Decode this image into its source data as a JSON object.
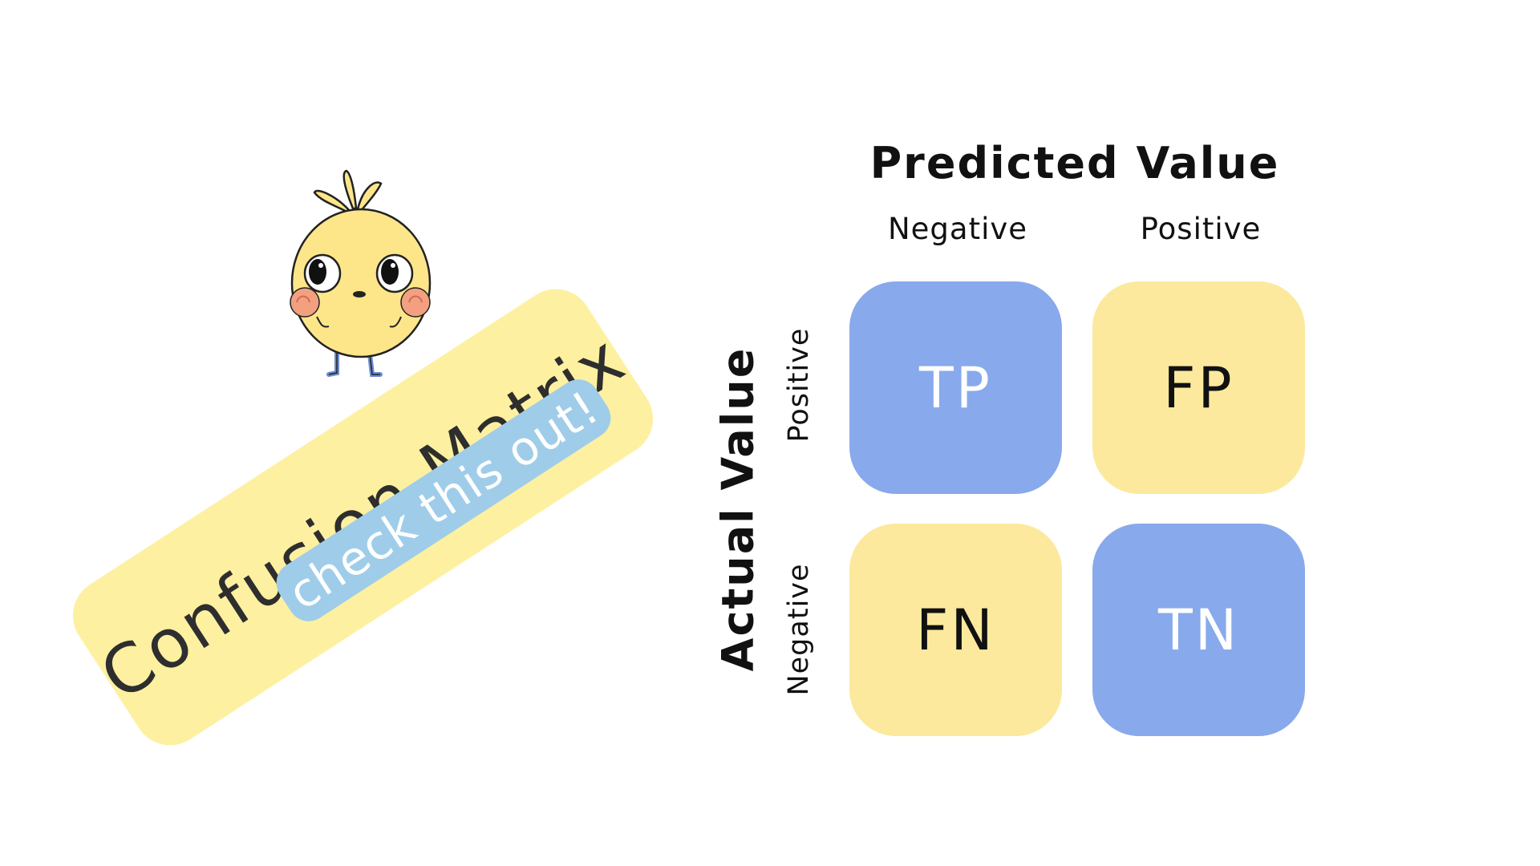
{
  "banner": {
    "title": "Confusion Matrix",
    "tag": "check this out!"
  },
  "matrix": {
    "predicted_title": "Predicted Value",
    "actual_title": "Actual Value",
    "columns": [
      "Negative",
      "Positive"
    ],
    "rows": [
      "Positive",
      "Negative"
    ],
    "cells": [
      [
        "TP",
        "FP"
      ],
      [
        "FN",
        "TN"
      ]
    ]
  },
  "colors": {
    "blue": "#88a9ec",
    "yellow": "#fce99d",
    "banner_yellow": "#fdf0a1",
    "tag_blue": "#9fcde9",
    "cell_text_dark": "#111111",
    "cell_text_light": "#ffffff"
  }
}
